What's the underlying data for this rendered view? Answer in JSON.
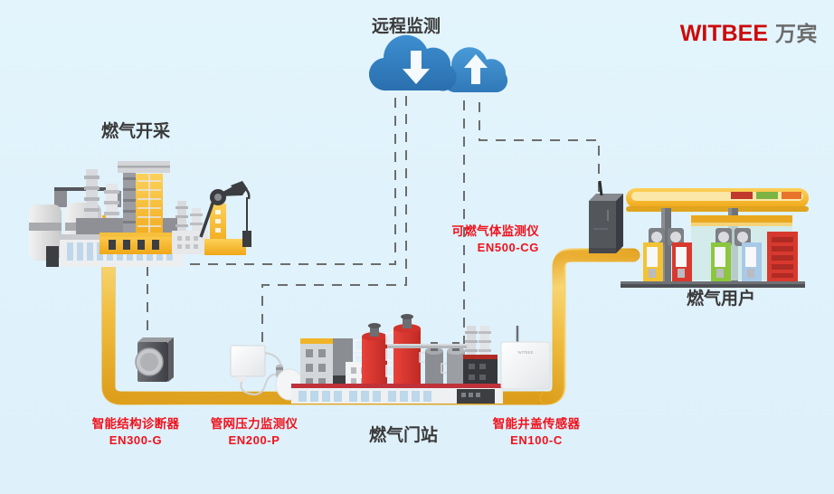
{
  "brand": {
    "name_en": "WITBEE",
    "name_cn": "万宾"
  },
  "headings": {
    "remote_monitoring": "远程监测",
    "gas_extraction": "燃气开采",
    "gas_gate_station": "燃气门站",
    "gas_user": "燃气用户"
  },
  "devices": [
    {
      "id": "en300",
      "name": "智能结构诊断器",
      "model": "EN300-G"
    },
    {
      "id": "en200",
      "name": "管网压力监测仪",
      "model": "EN200-P"
    },
    {
      "id": "en100",
      "name": "智能井盖传感器",
      "model": "EN100-C"
    },
    {
      "id": "en500",
      "name": "可燃气体监测仪",
      "model": "EN500-CG"
    }
  ],
  "icons": {
    "cloud_download": "cloud-download-icon",
    "cloud_upload": "cloud-upload-icon"
  },
  "colors": {
    "background": "#e2f3fb",
    "brand_red": "#cc0a0a",
    "brand_gray": "#6b6b6b",
    "label_red": "#f0121c",
    "heading_gray": "#3a3a3a",
    "pipe_yellow": "#f0bc3c",
    "pipe_yellow_dark": "#e0a522",
    "cloud_blue": "#2f7fc4",
    "dash_gray": "#6d6d6d"
  }
}
